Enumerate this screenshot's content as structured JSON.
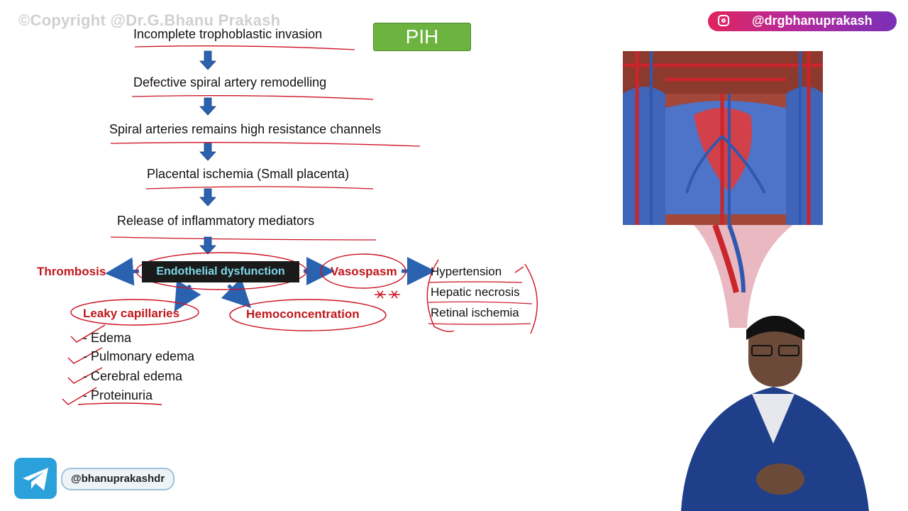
{
  "watermark": "©Copyright  @Dr.G.Bhanu Prakash",
  "title_badge": "PIH",
  "cascade": [
    "Incomplete trophoblastic invasion",
    "Defective spiral artery remodelling",
    "Spiral arteries remains high resistance channels",
    "Placental ischemia (Small placenta)",
    "Release of inflammatory mediators"
  ],
  "center_node": "Endothelial dysfunction",
  "left_node": "Thrombosis",
  "right_node": "Vasospasm",
  "vasospasm_effects": [
    "Hypertension",
    "Hepatic necrosis",
    "Retinal ischemia"
  ],
  "leaky_node": "Leaky capillaries",
  "leaky_effects": [
    "- Edema",
    "- Pulmonary edema",
    "- Cerebral edema",
    "- Proteinuria"
  ],
  "hemo_node": "Hemoconcentration",
  "instagram_handle": "@drgbhanuprakash",
  "telegram_handle": "@bhanuprakashdr",
  "colors": {
    "red_label": "#c0171b",
    "arrow": "#2a62b0",
    "badge_green": "#6cb33f",
    "annotation_red": "#cc1122"
  },
  "icons": [
    "instagram-icon",
    "telegram-icon"
  ]
}
